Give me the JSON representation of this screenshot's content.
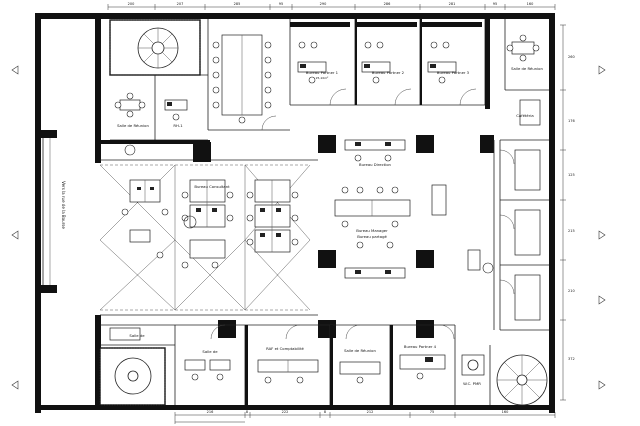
{
  "colors": {
    "wall": "#111111",
    "line": "#222222",
    "paper": "#ffffff"
  },
  "street": {
    "label": "Vers la rue de la Bourse"
  },
  "rooms": {
    "partner1": {
      "name": "Bureau Partner 1",
      "area": "25,10m²"
    },
    "partner2": {
      "name": "Bureau Partner 2",
      "area": ""
    },
    "partner3": {
      "name": "Bureau Partner 3",
      "area": ""
    },
    "reunion_top": {
      "name": "Salle de Réunion",
      "area": ""
    },
    "reunion_left": {
      "name": "Salle de Réunion",
      "area": ""
    },
    "rh": {
      "name": "RH-1",
      "area": ""
    },
    "cafeteria": {
      "name": "Cafétéria",
      "area": ""
    },
    "direction": {
      "name": "Bureau Direction",
      "area": ""
    },
    "manager": {
      "name": "Bureau Manager",
      "area": ""
    },
    "bureau_partage": {
      "name": "Bureau partagé",
      "area": ""
    },
    "bureau_consultant": {
      "name": "Bureau Consultant",
      "area": ""
    },
    "raf": {
      "name": "RAF et Comptabilité",
      "area": ""
    },
    "partner4": {
      "name": "Bureau Partner 4",
      "area": ""
    },
    "reunion_bottom": {
      "name": "Salle de Réunion",
      "area": ""
    },
    "wc": {
      "name": "W.C. PMR",
      "area": ""
    },
    "bottom_small": {
      "name": "Salle de",
      "area": ""
    },
    "bottom_left": {
      "name": "Salle de",
      "area": ""
    }
  },
  "dims_top": [
    "200",
    "207",
    "285",
    "95",
    "290",
    "286",
    "281",
    "95",
    "160"
  ],
  "dims_bottom": [
    "216",
    "8",
    "222",
    "8",
    "212",
    "75",
    "160"
  ],
  "dims_right": [
    "260",
    "176",
    "125",
    "215",
    "210",
    "372"
  ]
}
